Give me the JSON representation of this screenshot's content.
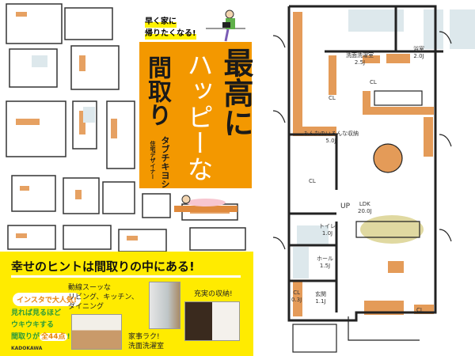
{
  "cover": {
    "tagline": [
      "早く家に",
      "帰りたくなる!"
    ],
    "title_1": "最高に",
    "title_2": "ハッピーな",
    "title_3": "間取り",
    "author_role": "住宅デザイナー",
    "author_name": "タブチキヨシ",
    "headline": "幸せのヒントは間取りの中にある!",
    "badge": "インスタで大人気!",
    "promo_lines": [
      "見れば見るほど",
      "ウキウキする"
    ],
    "promo_last": "間取りが",
    "promo_count": "全44点",
    "promo_end": "!",
    "caption_living": [
      "動線スーッな",
      "リビング、キッチン、",
      "ダイニング"
    ],
    "caption_laundry": [
      "家事ラク!",
      "洗面洗濯室"
    ],
    "caption_storage": "充実の収納!",
    "publisher": "KADOKAWA"
  },
  "floor_plan": {
    "rooms": [
      {
        "name": "洗面洗濯室",
        "size": "2.5J"
      },
      {
        "name": "浴室",
        "size": "2.0J"
      },
      {
        "name": "CL",
        "size": ""
      },
      {
        "name": "CL",
        "size": ""
      },
      {
        "name": "みんなのいろんな収納",
        "size": "5.0J"
      },
      {
        "name": "CL",
        "size": ""
      },
      {
        "name": "LDK",
        "size": "20.0J"
      },
      {
        "name": "トイレ",
        "size": "1.0J"
      },
      {
        "name": "ホール",
        "size": "1.5J"
      },
      {
        "name": "CL",
        "size": "0.3J"
      },
      {
        "name": "玄関",
        "size": "1.1J"
      },
      {
        "name": "CL",
        "size": ""
      }
    ],
    "stair_label": "UP",
    "colors": {
      "wood": "#e08a3c",
      "wall": "#222222",
      "tile": "#dde8ec",
      "rug": "#d8cf8a"
    }
  }
}
